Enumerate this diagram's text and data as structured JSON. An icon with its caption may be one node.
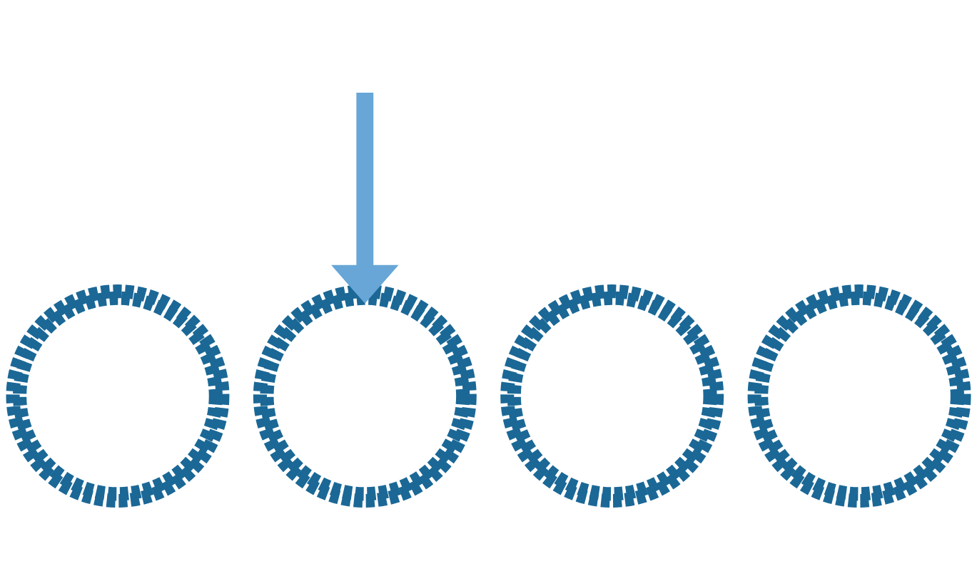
{
  "diagram": {
    "nodes": [
      {
        "text": [],
        "shape": "gear"
      },
      {
        "text": [],
        "shape": "gear"
      },
      {
        "text": [],
        "shape": "gear"
      },
      {
        "text": [],
        "shape": "gear"
      }
    ],
    "edges": [
      {
        "from": null,
        "to": 1,
        "arrow": "to",
        "color": "#67a6d7"
      }
    ]
  }
}
